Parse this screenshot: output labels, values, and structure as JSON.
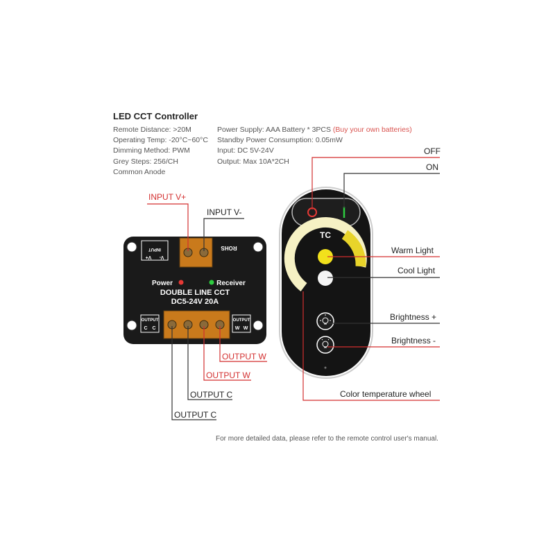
{
  "title": "LED CCT Controller",
  "specs_left": [
    "Remote Distance: >20M",
    "Operating Temp: -20°C~60°C",
    "Dimming Method: PWM",
    "Grey Steps: 256/CH",
    "Common Anode"
  ],
  "specs_right": [
    {
      "text": "Power Supply: AAA Battery * 3PCS ",
      "note": "(Buy your own batteries)"
    },
    {
      "text": "Standby Power Consumption: 0.05mW",
      "note": ""
    },
    {
      "text": "Input: DC 5V-24V",
      "note": ""
    },
    {
      "text": "Output: Max 10A*2CH",
      "note": ""
    }
  ],
  "controller": {
    "input_label": "INPUT",
    "input_v_minus": "V-",
    "input_v_plus": "V+",
    "rohs": "ROHS",
    "power": "Power",
    "receiver": "Receiver",
    "model_line1": "DOUBLE LINE CCT",
    "model_line2": "DC5-24V  20A",
    "output_left": "OUTPUT",
    "output_left_c1": "C",
    "output_left_c2": "C",
    "output_right": "OUTPUT",
    "output_right_w1": "W",
    "output_right_w2": "W"
  },
  "remote": {
    "brand": "TC"
  },
  "callouts": {
    "input_v_plus": "INPUT V+",
    "input_v_minus": "INPUT V-",
    "output_w_1": "OUTPUT W",
    "output_w_2": "OUTPUT W",
    "output_c_1": "OUTPUT C",
    "output_c_2": "OUTPUT C",
    "off": "OFF",
    "on": "ON",
    "warm_light": "Warm Light",
    "cool_light": "Cool Light",
    "brightness_plus": "Brightness +",
    "brightness_minus": "Brightness -",
    "color_wheel": "Color temperature wheel"
  },
  "footer": "For more detailed data, please refer to the remote control user's manual.",
  "colors": {
    "red_line": "#d32f2f",
    "dark_line": "#333333",
    "note": "#d9534f",
    "warm": "#f2e11c"
  }
}
